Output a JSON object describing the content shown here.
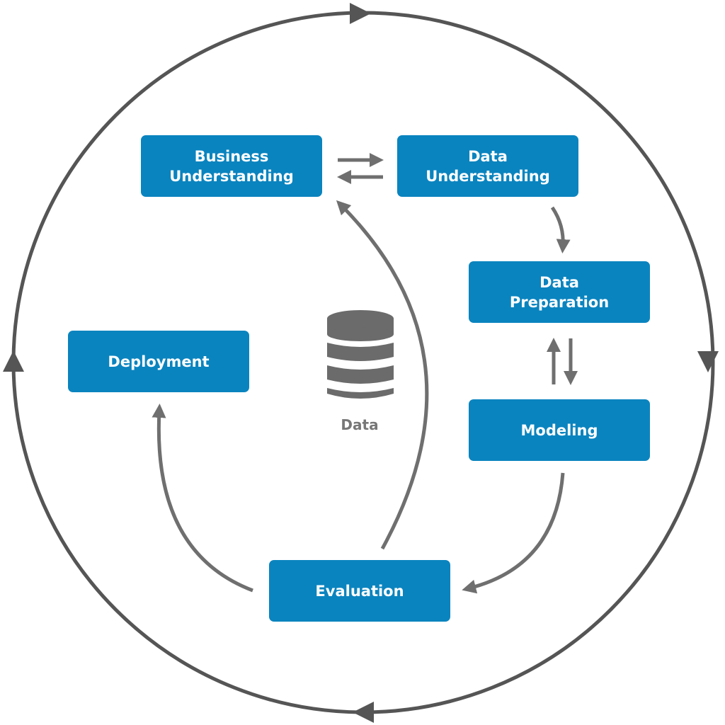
{
  "colors": {
    "box": "#0a84bf",
    "box_text": "#ffffff",
    "arrow": "#6f6f6f",
    "cycle": "#555555",
    "data_icon": "#6b6b6b"
  },
  "phases": {
    "business_understanding": "Business\nUnderstanding",
    "data_understanding": "Data\nUnderstanding",
    "data_preparation": "Data\nPreparation",
    "modeling": "Modeling",
    "deployment": "Deployment",
    "evaluation": "Evaluation"
  },
  "center": {
    "icon": "database-icon",
    "label": "Data"
  }
}
